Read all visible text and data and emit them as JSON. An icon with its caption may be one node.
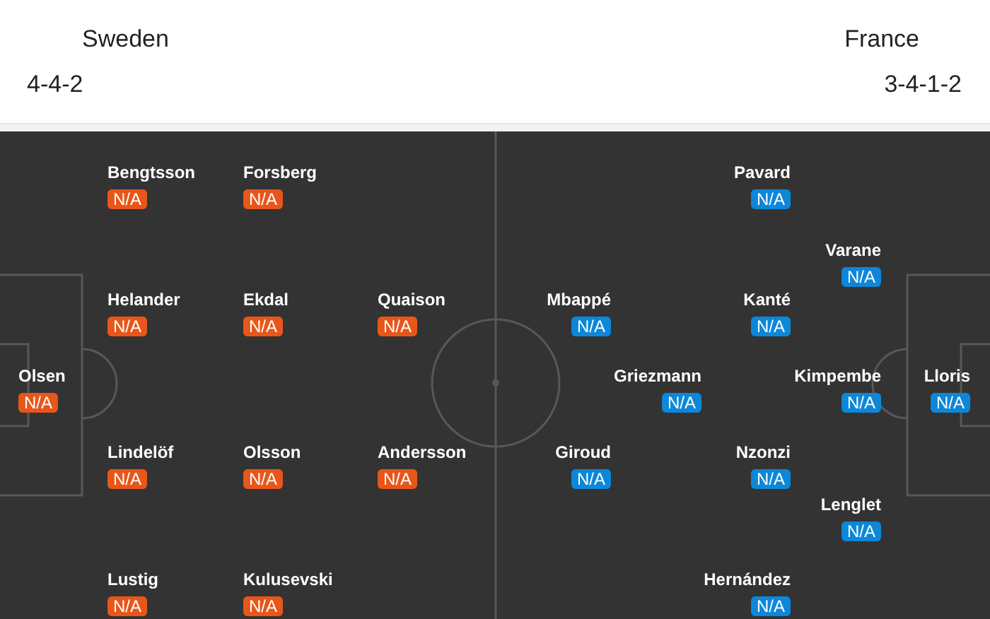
{
  "diagram": {
    "nodes": [
      {
        "text": [
          "Bengtsson",
          "N/A"
        ]
      },
      {
        "text": [
          "Forsberg",
          "N/A"
        ]
      },
      {
        "text": [
          "Pavard",
          "N/A"
        ]
      },
      {
        "text": [
          "Varane",
          "N/A"
        ]
      },
      {
        "text": [
          "Helander",
          "N/A"
        ]
      },
      {
        "text": [
          "Ekdal",
          "N/A"
        ]
      },
      {
        "text": [
          "Quaison",
          "N/A"
        ]
      },
      {
        "text": [
          "Mbappé",
          "N/A"
        ]
      },
      {
        "text": [
          "Kanté",
          "N/A"
        ]
      },
      {
        "text": [
          "Olsen",
          "N/A"
        ]
      },
      {
        "text": [
          "Griezmann",
          "N/A"
        ]
      },
      {
        "text": [
          "Kimpembe",
          "N/A"
        ]
      },
      {
        "text": [
          "Lloris",
          "N/A"
        ]
      },
      {
        "text": [
          "Lindelöf",
          "N/A"
        ]
      },
      {
        "text": [
          "Olsson",
          "N/A"
        ]
      },
      {
        "text": [
          "Andersson",
          "N/A"
        ]
      },
      {
        "text": [
          "Giroud",
          "N/A"
        ]
      },
      {
        "text": [
          "Nzonzi",
          "N/A"
        ]
      },
      {
        "text": [
          "Lenglet",
          "N/A"
        ]
      },
      {
        "text": [
          "Lustig",
          "N/A"
        ]
      },
      {
        "text": [
          "Kulusevski",
          "N/A"
        ]
      },
      {
        "text": [
          "Hernández",
          "N/A"
        ]
      }
    ],
    "labels": [
      "Sweden",
      "France",
      "4-4-2",
      "3-4-1-2"
    ]
  }
}
